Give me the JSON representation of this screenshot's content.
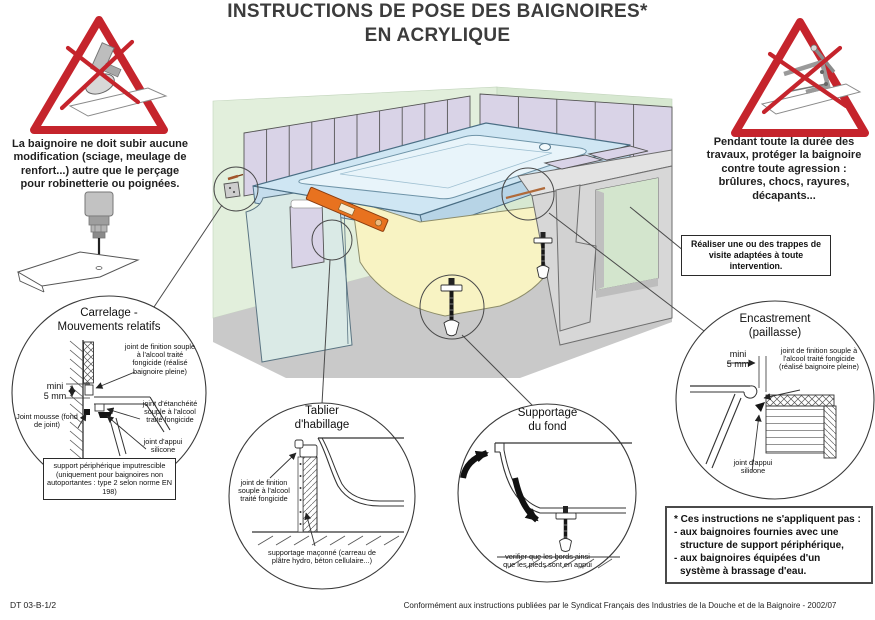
{
  "title": {
    "line1": "INSTRUCTIONS DE POSE DES BAIGNOIRES*",
    "line2": "EN ACRYLIQUE"
  },
  "warnings": {
    "left_text": "La baignoire ne doit subir aucune modification (sciage, meulage de renfort...) autre que le perçage pour robinetterie ou poignées.",
    "right_text": "Pendant toute la durée des travaux, protéger la baignoire contre toute agression : brûlures, chocs, rayures, décapants..."
  },
  "trappe_box": "Réaliser une ou des trappes de visite adaptées à toute intervention.",
  "details": {
    "carrelage": {
      "title": "Carrelage -\nMouvements relatifs",
      "mini": "mini\n5 mm",
      "finition": "joint de finition souple à l'alcool traité fongicide (réalisé baignoire pleine)",
      "etancheite": "joint d'étanchéité souple à l'alcool traité fongicide",
      "mousse": "Joint mousse (fond de joint)",
      "appui": "joint d'appui silicone",
      "support": "support périphérique imputrescible (uniquement pour baignoires non autoportantes : type 2 selon norme EN 198)"
    },
    "tablier": {
      "title": "Tablier\nd'habillage",
      "finition": "joint de finition souple à l'alcool traité fongicide",
      "supportage": "supportage maçonné (carreau de plâtre hydro, béton cellulaire...)"
    },
    "supportage": {
      "title": "Supportage\ndu fond",
      "verifier": "verifier que les bords ainsi que les pieds sont en appui"
    },
    "encastrement": {
      "title": "Encastrement\n(paillasse)",
      "mini": "mini\n5 mm",
      "finition": "joint de finition souple à l'alcool traité fongicide (réalisé baignoire pleine)",
      "appui": "joint d'appui silicone"
    }
  },
  "note": {
    "line1": "* Ces instructions ne s'appliquent pas :",
    "line2": "- aux baignoires fournies avec une",
    "line3": "structure de support périphérique,",
    "line4": "- aux baignoires équipées d'un",
    "line5": "système à brassage d'eau."
  },
  "footer": {
    "left": "DT 03-B-1/2",
    "right": "Conformément aux instructions publiées par le Syndicat Français des Industries de la Douche et de la Baignoire - 2002/07"
  },
  "colors": {
    "warning_red": "#c5242c",
    "wall_green": "#e2efdc",
    "tile_lavender": "#d9d3e7",
    "tub_blue": "#cfe6f3",
    "shell_yellow": "#f8f3c3",
    "floor_grey": "#c9c9c9",
    "masonry_grey": "#d7d7d7",
    "level_orange": "#e8721f"
  }
}
